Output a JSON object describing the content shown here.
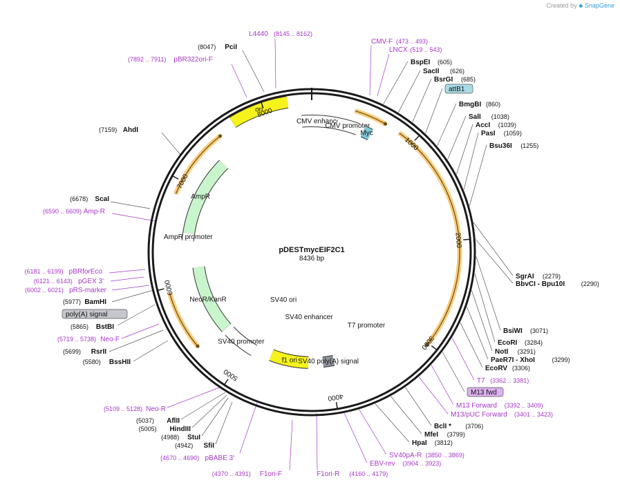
{
  "brand": {
    "prefix": "Created by",
    "name": "SnapGene"
  },
  "plasmid": {
    "name": "pDESTmycEIF2C1",
    "length_label": "8436 bp",
    "length": 8436
  },
  "colors": {
    "backbone": "#1a1a1a",
    "site_text": "#111111",
    "primer": "#a536c8",
    "arrow_outline": "#333333",
    "ori_orange": "#f3a20f",
    "yellow": "#f6f21b",
    "light_green": "#c9f5cc",
    "green": "#52b248",
    "white": "#ffffff",
    "gray": "#8f939b",
    "teal": "#7ec8d6",
    "pink": "#e97fb7"
  },
  "ticks": [
    {
      "label": "1000",
      "pos": 1000
    },
    {
      "label": "2000",
      "pos": 2000
    },
    {
      "label": "3000",
      "pos": 3000
    },
    {
      "label": "4000",
      "pos": 4000
    },
    {
      "label": "5000",
      "pos": 5000
    },
    {
      "label": "6000",
      "pos": 6000
    },
    {
      "label": "7000",
      "pos": 7000
    },
    {
      "label": "8000",
      "pos": 8000
    }
  ],
  "features_outer": [
    {
      "name": "attB1-orange",
      "start": 850,
      "end": 3020,
      "color": "ori_orange",
      "dir": 1
    },
    {
      "name": "f1-orange",
      "start": 5400,
      "end": 5950,
      "color": "ori_orange",
      "dir": -1
    },
    {
      "name": "ampr-orange",
      "start": 6870,
      "end": 7540,
      "color": "ori_orange",
      "dir": 1
    },
    {
      "name": "lncx-outer",
      "start": 400,
      "end": 700,
      "color": "ori_orange",
      "dir": 1
    }
  ],
  "features_inner": [
    {
      "label": "ori",
      "start": 7700,
      "end": 8220,
      "color": "yellow",
      "dir": 1,
      "ring": 220
    },
    {
      "label": "AmpR",
      "start": 6520,
      "end": 7380,
      "color": "light_green",
      "dir": -1,
      "ring": 180
    },
    {
      "label": "AmpR promoter",
      "start": 6450,
      "end": 6530,
      "color": "white",
      "dir": -1,
      "ring": 180
    },
    {
      "label": "CMV enhancer",
      "start": 8336,
      "end": 260,
      "color": "white",
      "dir": 1,
      "ring": 190
    },
    {
      "label": "CMV promoter",
      "start": 260,
      "end": 480,
      "color": "white",
      "dir": 1,
      "ring": 190
    },
    {
      "label": "Myc",
      "start": 540,
      "end": 620,
      "color": "teal",
      "dir": 1,
      "ring": 190
    },
    {
      "label": "NeoR/KanR",
      "start": 5350,
      "end": 6150,
      "color": "light_green",
      "dir": 1,
      "ring": 165
    },
    {
      "label": "SV40 promoter",
      "start": 4930,
      "end": 5300,
      "color": "white",
      "dir": 1,
      "ring": 165
    },
    {
      "label": "f1 ori",
      "start": 4260,
      "end": 4720,
      "color": "yellow",
      "dir": -1,
      "ring": 160
    },
    {
      "label": "SV40 poly(A) signal",
      "start": 3950,
      "end": 4080,
      "color": "gray",
      "dir": 0,
      "ring": 160
    }
  ],
  "center_features": [
    {
      "label": "SV40 ori"
    },
    {
      "label": "SV40 enhancer"
    },
    {
      "label": "T7 promoter"
    }
  ],
  "labels_right": [
    {
      "name": "BspEI",
      "pos": "(605)",
      "color": "site"
    },
    {
      "name": "SacII",
      "pos": "(626)",
      "color": "site"
    },
    {
      "name": "BsrGI",
      "pos": "(685)",
      "color": "site"
    },
    {
      "name": "attB1",
      "pos": "",
      "color": "box_teal"
    },
    {
      "name": "BmgBI",
      "pos": "(860)",
      "color": "site"
    },
    {
      "name": "SalI",
      "pos": "(1038)",
      "color": "site"
    },
    {
      "name": "AccI",
      "pos": "(1039)",
      "color": "site"
    },
    {
      "name": "PasI",
      "pos": "(1059)",
      "color": "site"
    },
    {
      "name": "Bsu36I",
      "pos": "(1255)",
      "color": "site"
    },
    {
      "name": "SgrAI",
      "pos": "(2279)",
      "color": "site"
    },
    {
      "name": "BbvCI - Bpu10I",
      "pos": "(2290)",
      "color": "site"
    },
    {
      "name": "BsiWI",
      "pos": "(3071)",
      "color": "site"
    },
    {
      "name": "EcoRI",
      "pos": "(3284)",
      "color": "site"
    },
    {
      "name": "NotI",
      "pos": "(3291)",
      "color": "site"
    },
    {
      "name": "PaeR7I - XhoI",
      "pos": "(3299)",
      "color": "site"
    },
    {
      "name": "EcoRV",
      "pos": "(3306)",
      "color": "site"
    },
    {
      "name": "T7",
      "pos": "(3362 .. 3381)",
      "color": "primer"
    },
    {
      "name": "M13 fwd",
      "pos": "",
      "color": "box_purple"
    },
    {
      "name": "M13 Forward",
      "pos": "(3392 .. 3409)",
      "color": "primer"
    },
    {
      "name": "M13/pUC Forward",
      "pos": "(3401 .. 3423)",
      "color": "primer"
    },
    {
      "name": "BclI *",
      "pos": "(3706)",
      "color": "site"
    },
    {
      "name": "MfeI",
      "pos": "(3799)",
      "color": "site"
    },
    {
      "name": "HpaI",
      "pos": "(3812)",
      "color": "site"
    },
    {
      "name": "SV40pA-R",
      "pos": "(3850 .. 3869)",
      "color": "primer"
    },
    {
      "name": "EBV-rev",
      "pos": "(3904 .. 3923)",
      "color": "primer"
    }
  ],
  "labels_top": [
    {
      "name": "CMV-F",
      "pos": "(473 .. 493)",
      "color": "primer"
    },
    {
      "name": "LNCX",
      "pos": "(519 .. 543)",
      "color": "primer"
    },
    {
      "name": "L4440",
      "pos": "(8145 .. 8162)",
      "color": "primer"
    },
    {
      "name": "PciI",
      "pos": "(8047)",
      "color": "site"
    },
    {
      "name": "pBR322ori-F",
      "pos": "(7892 .. 7911)",
      "color": "primer"
    }
  ],
  "labels_left": [
    {
      "name": "AhdI",
      "pos": "(7159)",
      "color": "site"
    },
    {
      "name": "ScaI",
      "pos": "(6678)",
      "color": "site"
    },
    {
      "name": "Amp-R",
      "pos": "(6590 .. 6609)",
      "color": "primer"
    },
    {
      "name": "pBRforEco",
      "pos": "(6181 .. 6199)",
      "color": "primer"
    },
    {
      "name": "pGEX 3'",
      "pos": "(6121 .. 6143)",
      "color": "primer"
    },
    {
      "name": "pRS-marker",
      "pos": "(6002 .. 6021)",
      "color": "primer"
    },
    {
      "name": "BamHI",
      "pos": "(5977)",
      "color": "site"
    },
    {
      "name": "poly(A) signal",
      "pos": "",
      "color": "box_gray"
    },
    {
      "name": "BstBI",
      "pos": "(5865)",
      "color": "site"
    },
    {
      "name": "Neo-F",
      "pos": "(5719 .. 5738)",
      "color": "primer"
    },
    {
      "name": "RsrII",
      "pos": "(5699)",
      "color": "site"
    },
    {
      "name": "BssHII",
      "pos": "(5580)",
      "color": "site"
    }
  ],
  "labels_bottom": [
    {
      "name": "Neo-R",
      "pos": "(5109 .. 5128)",
      "color": "primer"
    },
    {
      "name": "AflII",
      "pos": "(5037)",
      "color": "site"
    },
    {
      "name": "HindIII",
      "pos": "(5005)",
      "color": "site"
    },
    {
      "name": "StuI",
      "pos": "(4988)",
      "color": "site"
    },
    {
      "name": "SfiI",
      "pos": "(4942)",
      "color": "site"
    },
    {
      "name": "pBABE 3'",
      "pos": "(4670 .. 4690)",
      "color": "primer"
    },
    {
      "name": "F1ori-F",
      "pos": "(4370 .. 4391)",
      "color": "primer"
    },
    {
      "name": "F1ori-R",
      "pos": "(4160 .. 4179)",
      "color": "primer"
    }
  ]
}
